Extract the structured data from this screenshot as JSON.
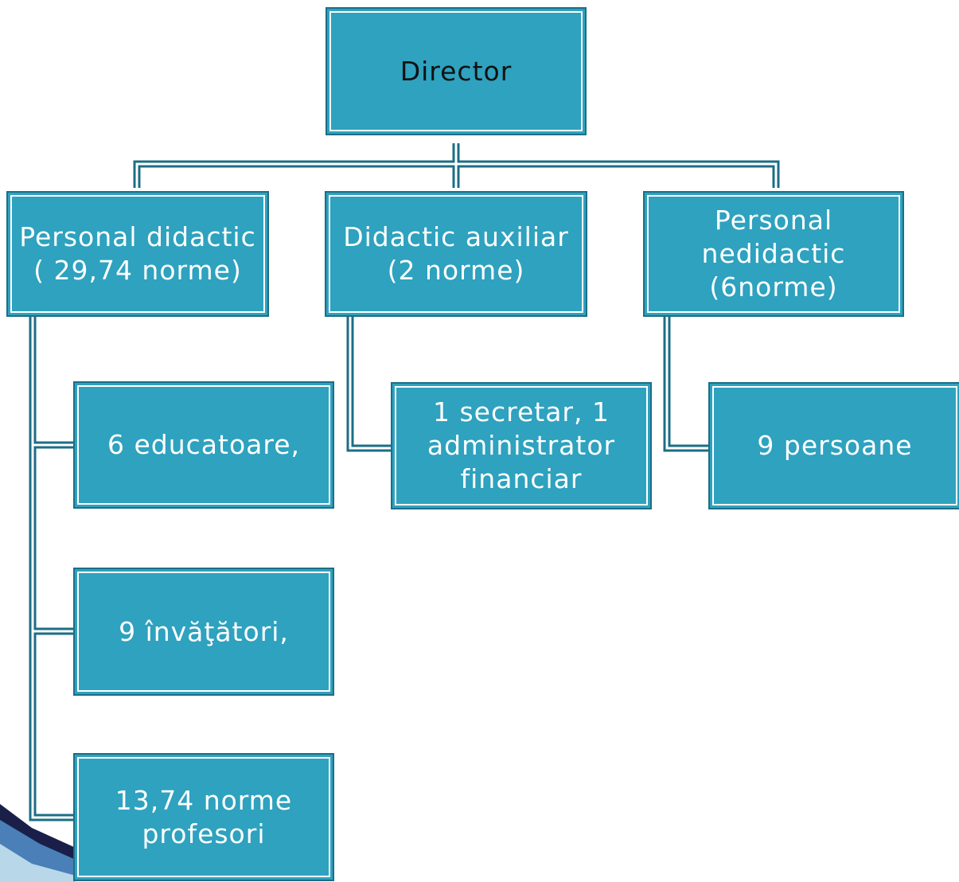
{
  "diagram": {
    "root": {
      "label": "Director"
    },
    "branches": [
      {
        "id": "personal-didactic",
        "label": "Personal didactic\n( 29,74 norme)",
        "children": [
          "6 educatoare,",
          "9 învăţători,",
          "13,74 norme\nprofesori"
        ]
      },
      {
        "id": "didactic-auxiliar",
        "label": "Didactic auxiliar\n(2 norme)",
        "children": [
          "1 secretar, 1\nadministrator\nfinanciar"
        ]
      },
      {
        "id": "personal-nedidactic",
        "label": "Personal\nnedidactic\n(6norme)",
        "children": [
          "9 persoane"
        ]
      }
    ]
  },
  "colors": {
    "box_fill": "#2ea2bf",
    "box_border": "#1c6e86",
    "connector": "#1c6e86",
    "root_text": "#111111",
    "node_text": "#ffffff"
  }
}
